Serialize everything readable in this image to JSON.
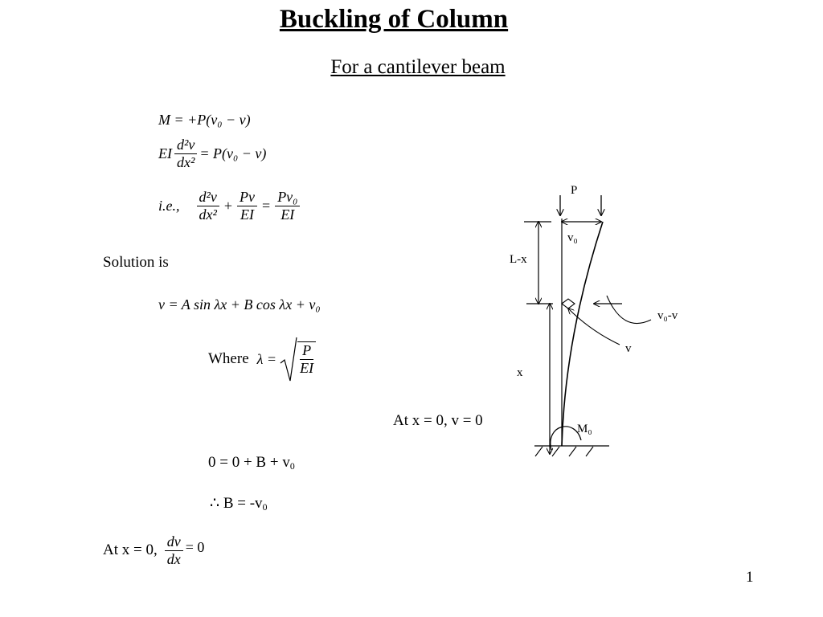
{
  "title": "Buckling of Column",
  "subtitle": "For a cantilever beam",
  "text": {
    "solution_is": "Solution is",
    "where": "Where",
    "bc1": "At x = 0, v = 0",
    "bc1_eq_main": "0 = 0 + B + v",
    "bc1_eq_sub": "0",
    "therefore_symbol": "∴",
    "bc1_result_main": "B = -v",
    "bc1_result_sub": "0",
    "bc2": "At x = 0,",
    "page_number": "1"
  },
  "equations": {
    "moment": "M = +P(v₀ − v)",
    "flexure_lhs_coef": "EI",
    "flexure_num": "d²v",
    "flexure_den": "dx²",
    "flexure_rhs": "= P(v₀ − v)",
    "ie": "i.e.,",
    "ode_t1_num": "d²v",
    "ode_t1_den": "dx²",
    "plus": "+",
    "ode_t2_num": "Pv",
    "ode_t2_den": "EI",
    "equals": "=",
    "ode_t3_num": "Pv₀",
    "ode_t3_den": "EI",
    "general_solution": "v = A sin λx + B cos λx + v₀",
    "lambda_lhs": "λ =",
    "lambda_num": "P",
    "lambda_den": "EI",
    "slope_num": "dv",
    "slope_den": "dx",
    "slope_rhs": "= 0"
  },
  "diagram": {
    "load": "P",
    "v0": "v₀",
    "length_upper": "L-x",
    "v0_minus_v": "v₀-v",
    "v": "v",
    "x": "x",
    "m0": "M₀"
  }
}
